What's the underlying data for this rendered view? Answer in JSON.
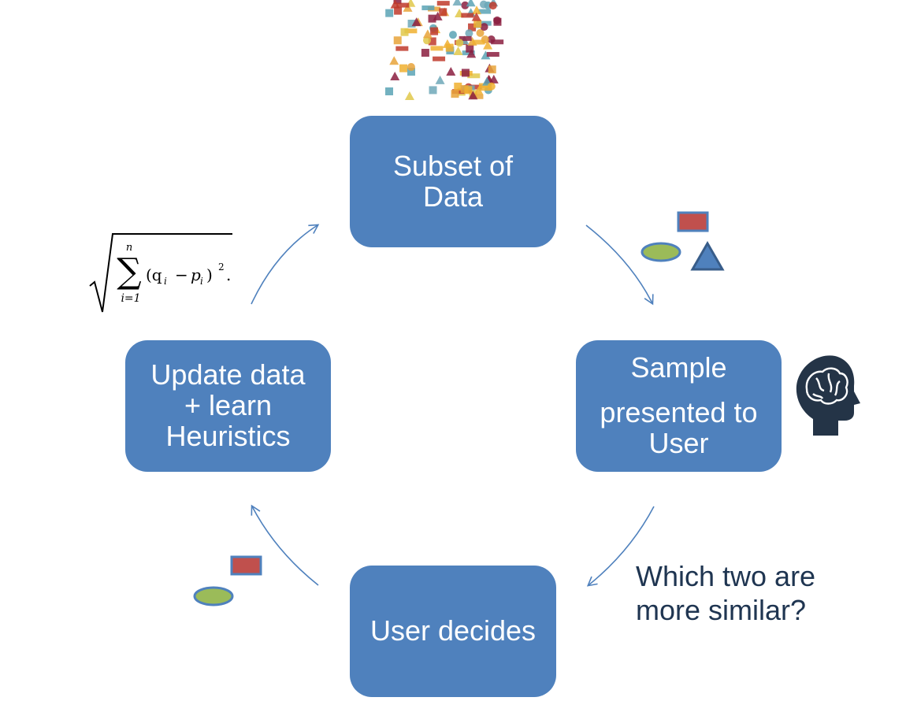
{
  "nodes": {
    "subset": {
      "lines": [
        "Subset of",
        "Data"
      ]
    },
    "sample": {
      "lines": [
        "Sample",
        "presented to",
        "User"
      ]
    },
    "update": {
      "lines": [
        "Update data",
        "+ learn",
        "Heuristics"
      ]
    },
    "decides": {
      "lines": [
        "User decides"
      ]
    }
  },
  "question": {
    "lines": [
      "Which two are",
      "more similar?"
    ]
  },
  "formula": {
    "sum_upper": "n",
    "sum_lower": "i=1",
    "sum_symbol": "∑",
    "body": "(q",
    "sub_q": "i",
    "minus": "−",
    "p": "p",
    "sub_p": "i",
    "close": ")",
    "exponent": "2",
    "period": "."
  },
  "icons": [
    "data-scatter-icon",
    "shapes-icon",
    "brain-head-icon",
    "two-shapes-icon"
  ],
  "colors": {
    "node_fill": "#4f81bd",
    "arrow": "#4f81bd",
    "question_text": "#1f3551",
    "shape_red": "#c0504d",
    "shape_green": "#9bbb59",
    "shape_blue": "#4f81bd",
    "head": "#243447"
  }
}
